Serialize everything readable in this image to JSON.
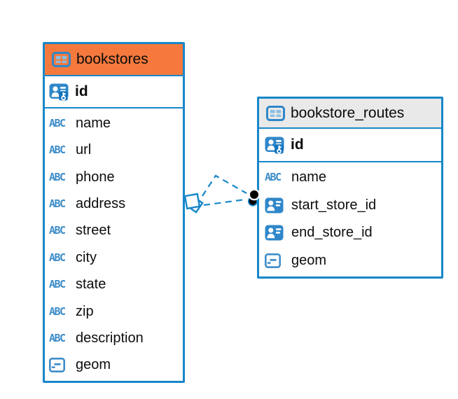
{
  "canvas": {
    "background": "#FFFFFF"
  },
  "colors": {
    "accent_blue": "#1787C9",
    "icon_blue": "#2F87C9",
    "icon_cell_blue": "#8BBEE1",
    "type_icon_blue": "#3E8DC9",
    "bookstores_header": "#F5793D",
    "routes_header": "#E9E9E9",
    "endpoint_black": "#000000"
  },
  "tables": [
    {
      "name": "bookstores",
      "icon": "table-icon",
      "header_color": "#F5793D",
      "primary_key": {
        "label": "id",
        "icon": "primary-key-icon"
      },
      "columns": [
        {
          "label": "name",
          "icon": "text-type-icon"
        },
        {
          "label": "url",
          "icon": "text-type-icon"
        },
        {
          "label": "phone",
          "icon": "text-type-icon"
        },
        {
          "label": "address",
          "icon": "text-type-icon"
        },
        {
          "label": "street",
          "icon": "text-type-icon"
        },
        {
          "label": "city",
          "icon": "text-type-icon"
        },
        {
          "label": "state",
          "icon": "text-type-icon"
        },
        {
          "label": "zip",
          "icon": "text-type-icon"
        },
        {
          "label": "description",
          "icon": "text-type-icon"
        },
        {
          "label": "geom",
          "icon": "geometry-type-icon"
        }
      ]
    },
    {
      "name": "bookstore_routes",
      "icon": "table-icon",
      "header_color": "#E9E9E9",
      "primary_key": {
        "label": "id",
        "icon": "primary-key-icon"
      },
      "columns": [
        {
          "label": "name",
          "icon": "text-type-icon"
        },
        {
          "label": "start_store_id",
          "icon": "foreign-key-icon"
        },
        {
          "label": "end_store_id",
          "icon": "foreign-key-icon"
        },
        {
          "label": "geom",
          "icon": "geometry-type-icon"
        }
      ]
    }
  ],
  "relationship": {
    "from_table": "bookstores",
    "to_table": "bookstore_routes",
    "line_style": "dashed",
    "line_color": "#1787C9"
  }
}
